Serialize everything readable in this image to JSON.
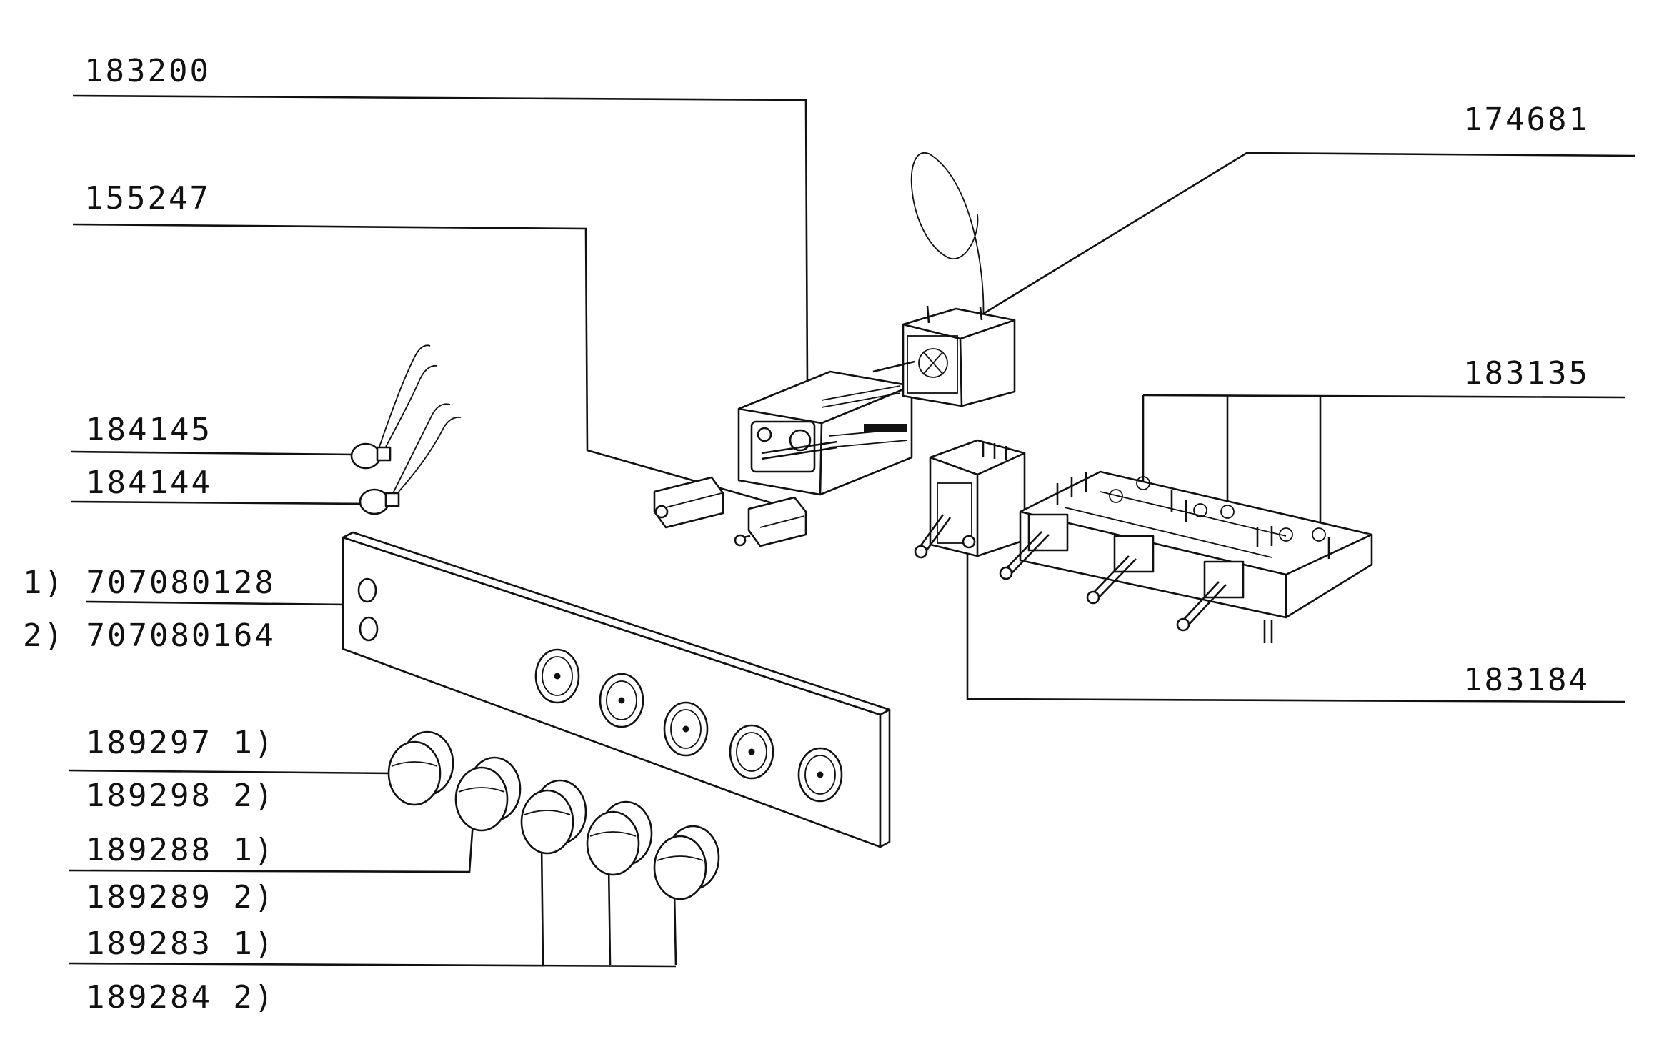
{
  "labels": {
    "l183200": "183200",
    "l155247": "155247",
    "l174681": "174681",
    "l183135": "183135",
    "l183184": "183184",
    "l184145": "184145",
    "l184144": "184144",
    "l707080128": "1) 707080128",
    "l707080164": "2) 707080164",
    "l189297": "189297 1)",
    "l189298": "189298 2)",
    "l189288": "189288 1)",
    "l189289": "189289 2)",
    "l189283": "189283 1)",
    "l189284": "189284 2)"
  },
  "colors": {
    "ink": "#111111",
    "paper": "#ffffff"
  }
}
